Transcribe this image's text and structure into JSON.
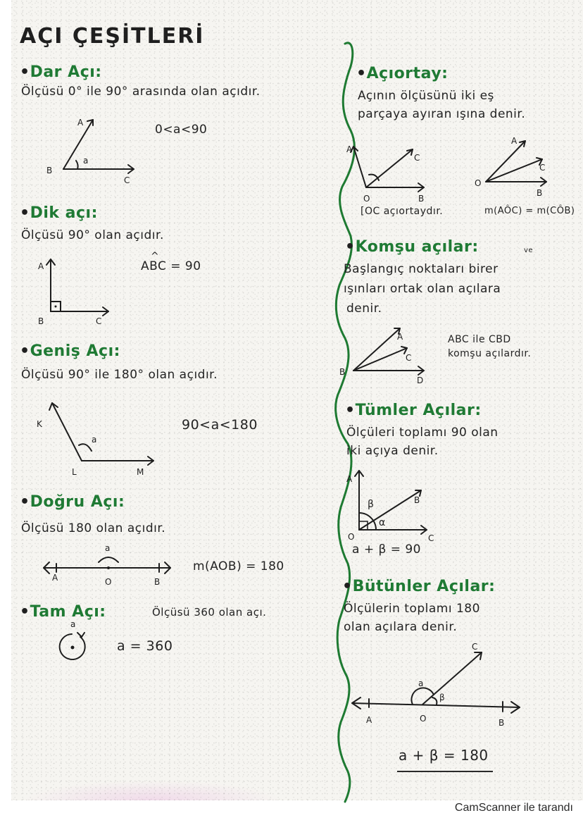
{
  "page": {
    "title": "AÇI ÇEŞİTLERİ",
    "footer": "CamScanner ile tarandı",
    "colors": {
      "heading": "#1f7a34",
      "ink": "#1d1d1d",
      "paper": "#f6f5f1",
      "divider": "#1e7a32"
    }
  },
  "left": {
    "dar": {
      "heading": "Dar Açı:",
      "definition": "Ölçüsü 0° ile 90° arasında olan açıdır.",
      "formula": "0<a<90",
      "labels": {
        "ray1": "A",
        "vertex": "B",
        "ray2": "C",
        "angle": "a"
      }
    },
    "dik": {
      "heading": "Dik açı:",
      "definition": "Ölçüsü 90° olan açıdır.",
      "formula": "ABC = 90",
      "formula_hat": "^",
      "labels": {
        "ray1": "A",
        "vertex": "B",
        "ray2": "C"
      }
    },
    "genis": {
      "heading": "Geniş Açı:",
      "definition": "Ölçüsü 90° ile 180° olan açıdır.",
      "formula": "90<a<180",
      "labels": {
        "ray1": "K",
        "vertex": "L",
        "ray2": "M",
        "angle": "a"
      }
    },
    "dogru": {
      "heading": "Doğru Açı:",
      "definition": "Ölçüsü 180 olan açıdır.",
      "formula": "m(AOB) = 180",
      "labels": {
        "left": "A",
        "center": "O",
        "right": "B",
        "angle": "a"
      }
    },
    "tam": {
      "heading": "Tam Açı:",
      "definition": "Ölçüsü 360 olan açı.",
      "formula": "a = 360",
      "labels": {
        "angle": "a"
      }
    }
  },
  "right": {
    "aciortay": {
      "heading": "Açıortay:",
      "definition_line1": "Açının ölçüsünü iki eş",
      "definition_line2": "parçaya ayıran ışına denir.",
      "caption_left": "[OC açıortaydır.",
      "caption_right": "m(AÔC) = m(CÔB)",
      "labels_left": {
        "a": "A",
        "o": "O",
        "b": "B",
        "c": "C"
      },
      "labels_right": {
        "a": "A",
        "o": "O",
        "b": "B",
        "c": "C"
      }
    },
    "komsu": {
      "heading": "Komşu açılar:",
      "note": "ve",
      "definition_line1": "Başlangıç noktaları birer",
      "definition_line2": "ışınları ortak olan açılara",
      "definition_line3": "denir.",
      "formula_line1": "ABC ile CBD",
      "formula_line2": "komşu açılardır.",
      "labels": {
        "a": "A",
        "b": "B",
        "c": "C",
        "d": "D"
      }
    },
    "tumler": {
      "heading": "Tümler Açılar:",
      "definition_line1": "Ölçüleri toplamı 90 olan",
      "definition_line2": "iki açıya denir.",
      "formula": "a + β = 90",
      "labels": {
        "a": "A",
        "o": "O",
        "b": "B",
        "c": "C",
        "alpha": "α",
        "beta": "β"
      }
    },
    "butunler": {
      "heading": "Bütünler Açılar:",
      "definition_line1": "Ölçülerin toplamı 180",
      "definition_line2": "olan açılara denir.",
      "formula": "a + β = 180",
      "labels": {
        "a": "A",
        "o": "O",
        "b": "B",
        "c": "C",
        "alpha": "a",
        "beta": "β"
      }
    }
  }
}
